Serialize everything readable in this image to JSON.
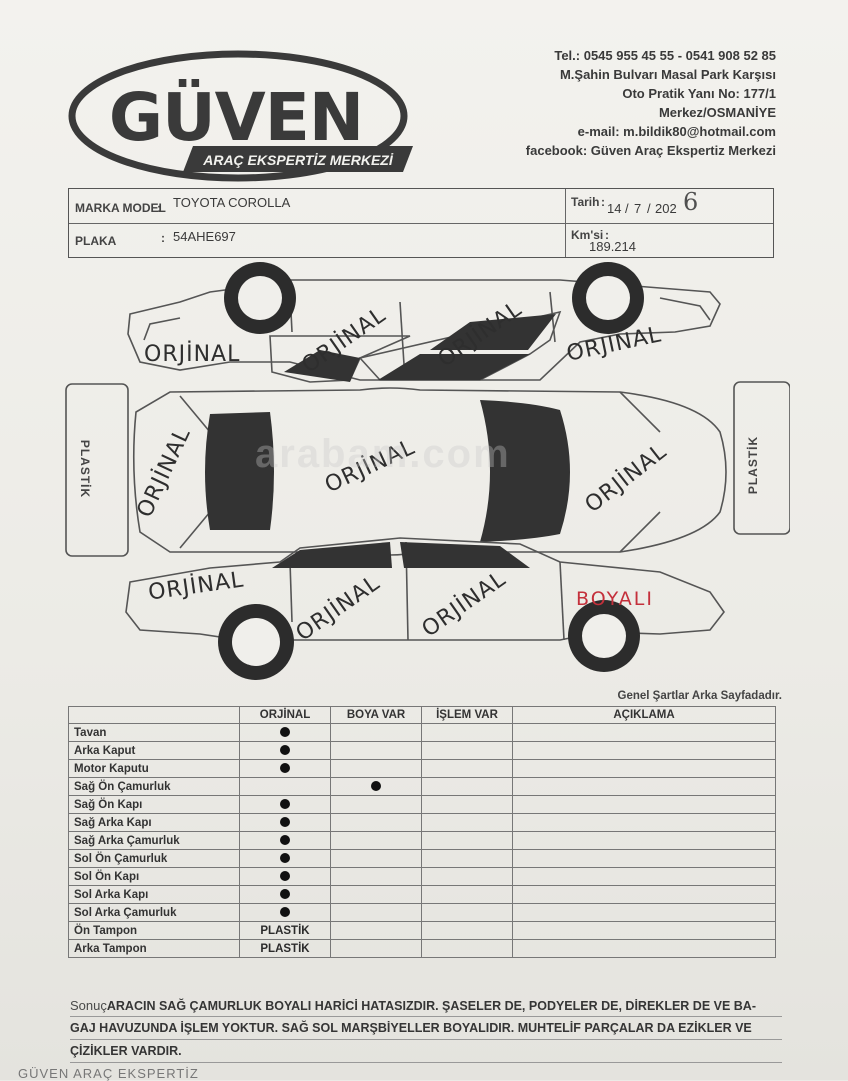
{
  "brand": {
    "name": "GÜVEN",
    "tagline": "ARAÇ EKSPERTİZ MERKEZİ"
  },
  "contact": {
    "phone": "Tel.: 0545 955 45 55 - 0541 908 52 85",
    "address1": "M.Şahin Bulvarı Masal Park Karşısı",
    "address2": "Oto Pratik Yanı No: 177/1",
    "city": "Merkez/OSMANİYE",
    "email": "e-mail: m.bildik80@hotmail.com",
    "facebook": "facebook: Güven Araç Ekspertiz Merkezi"
  },
  "vehicle": {
    "model_label": "MARKA MODEL",
    "model_value": "TOYOTA COROLLA",
    "plate_label": "PLAKA",
    "plate_value": "54AHE697",
    "date_label": "Tarih",
    "date_day": "14",
    "date_month": "7",
    "date_year": "202",
    "date_year_hand": "6",
    "km_label": "Km'si",
    "km_value": "189.214"
  },
  "diagram": {
    "stamp_orjinal": "ORJİNAL",
    "stamp_boyali": "BOYALI",
    "plastik": "PLASTİK",
    "watermark": "arabam.com"
  },
  "footnote": "Genel Şartlar Arka Sayfadadır.",
  "table": {
    "headers": [
      "",
      "ORJİNAL",
      "BOYA VAR",
      "İŞLEM VAR",
      "AÇIKLAMA"
    ],
    "rows": [
      {
        "name": "Tavan",
        "status": "orjinal"
      },
      {
        "name": "Arka Kaput",
        "status": "orjinal"
      },
      {
        "name": "Motor Kaputu",
        "status": "orjinal"
      },
      {
        "name": "Sağ Ön Çamurluk",
        "status": "boya"
      },
      {
        "name": "Sağ Ön Kapı",
        "status": "orjinal"
      },
      {
        "name": "Sağ Arka Kapı",
        "status": "orjinal"
      },
      {
        "name": "Sağ Arka Çamurluk",
        "status": "orjinal"
      },
      {
        "name": "Sol Ön Çamurluk",
        "status": "orjinal"
      },
      {
        "name": "Sol Ön Kapı",
        "status": "orjinal"
      },
      {
        "name": "Sol Arka Kapı",
        "status": "orjinal"
      },
      {
        "name": "Sol Arka Çamurluk",
        "status": "orjinal"
      },
      {
        "name": "Ön Tampon",
        "status": "plastik"
      },
      {
        "name": "Arka Tampon",
        "status": "plastik"
      }
    ],
    "plastik_text": "PLASTİK"
  },
  "conclusion": {
    "label": "Sonuç",
    "line1": "ARACIN SAĞ ÇAMURLUK BOYALI HARİCİ HATASIZDIR. ŞASELER DE, PODYELER DE, DİREKLER DE VE BA-",
    "line2": "GAJ HAVUZUNDA İŞLEM YOKTUR. SAĞ SOL MARŞBİYELLER BOYALIDIR. MUHTELİF PARÇALAR DA EZİKLER VE",
    "line3": "ÇİZİKLER VARDIR."
  },
  "footer_text": "GÜVEN ARAÇ EKSPERTİZ"
}
